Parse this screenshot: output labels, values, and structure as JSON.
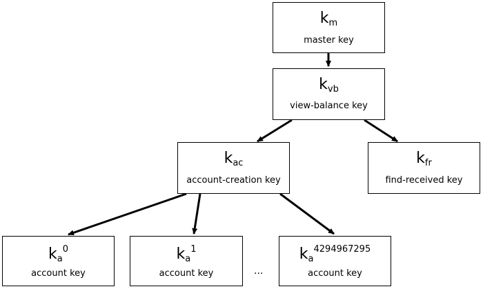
{
  "nodes": {
    "master": {
      "symbol": "k",
      "sub": "m",
      "sup": "",
      "label": "master key"
    },
    "view_balance": {
      "symbol": "k",
      "sub": "vb",
      "sup": "",
      "label": "view-balance key"
    },
    "account_creation": {
      "symbol": "k",
      "sub": "ac",
      "sup": "",
      "label": "account-creation key"
    },
    "find_received": {
      "symbol": "k",
      "sub": "fr",
      "sup": "",
      "label": "find-received key"
    },
    "account_0": {
      "symbol": "k",
      "sub": "a",
      "sup": "0",
      "label": "account key"
    },
    "account_1": {
      "symbol": "k",
      "sub": "a",
      "sup": "1",
      "label": "account key"
    },
    "account_n": {
      "symbol": "k",
      "sub": "a",
      "sup": "4294967295",
      "label": "account key"
    }
  },
  "ellipsis": "...",
  "edges": [
    [
      "master",
      "view_balance"
    ],
    [
      "view_balance",
      "account_creation"
    ],
    [
      "view_balance",
      "find_received"
    ],
    [
      "account_creation",
      "account_0"
    ],
    [
      "account_creation",
      "account_1"
    ],
    [
      "account_creation",
      "account_n"
    ]
  ]
}
